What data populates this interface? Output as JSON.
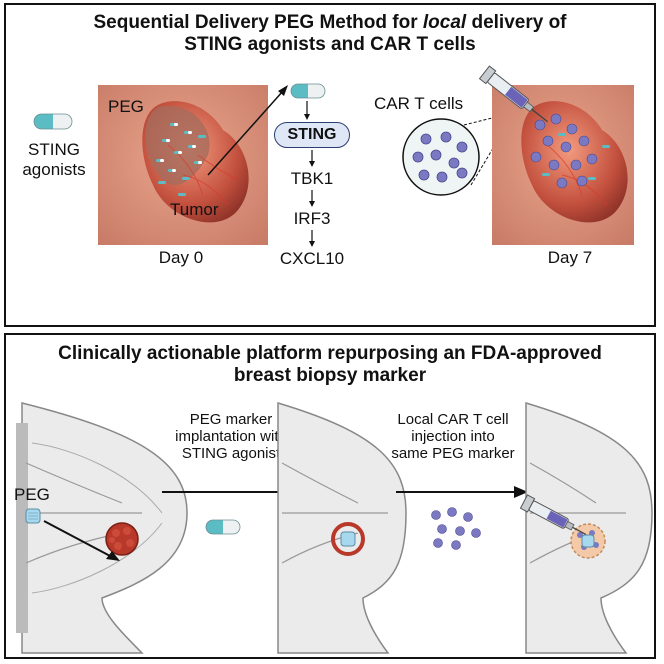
{
  "top": {
    "title_line1": "Sequential Delivery PEG Method for ",
    "title_italic": "local",
    "title_line1_end": " delivery of",
    "title_line2": "STING agonists and CAR T cells",
    "sting_agonists_label_1": "STING",
    "sting_agonists_label_2": "agonists",
    "peg_label": "PEG",
    "tumor_label": "Tumor",
    "day0_label": "Day 0",
    "pathway": [
      "STING",
      "TBK1",
      "IRF3",
      "CXCL10"
    ],
    "car_t_label": "CAR T cells",
    "day7_label": "Day 7"
  },
  "bottom": {
    "title_line1": "Clinically actionable platform repurposing an FDA-approved",
    "title_line2": "breast biopsy marker",
    "peg_label": "PEG",
    "step1_lines": [
      "PEG marker",
      "implantation with",
      "STING agonist"
    ],
    "step2_lines": [
      "Local CAR T cell",
      "injection into",
      "same PEG marker"
    ]
  },
  "colors": {
    "capsule_teal": "#5bbcc4",
    "capsule_white": "#f2f4f5",
    "tissue": "#d9876e",
    "tumor_red": "#c13a2c",
    "car_t_purple": "#7b79c2",
    "sting_box": "#dfe6f5"
  }
}
